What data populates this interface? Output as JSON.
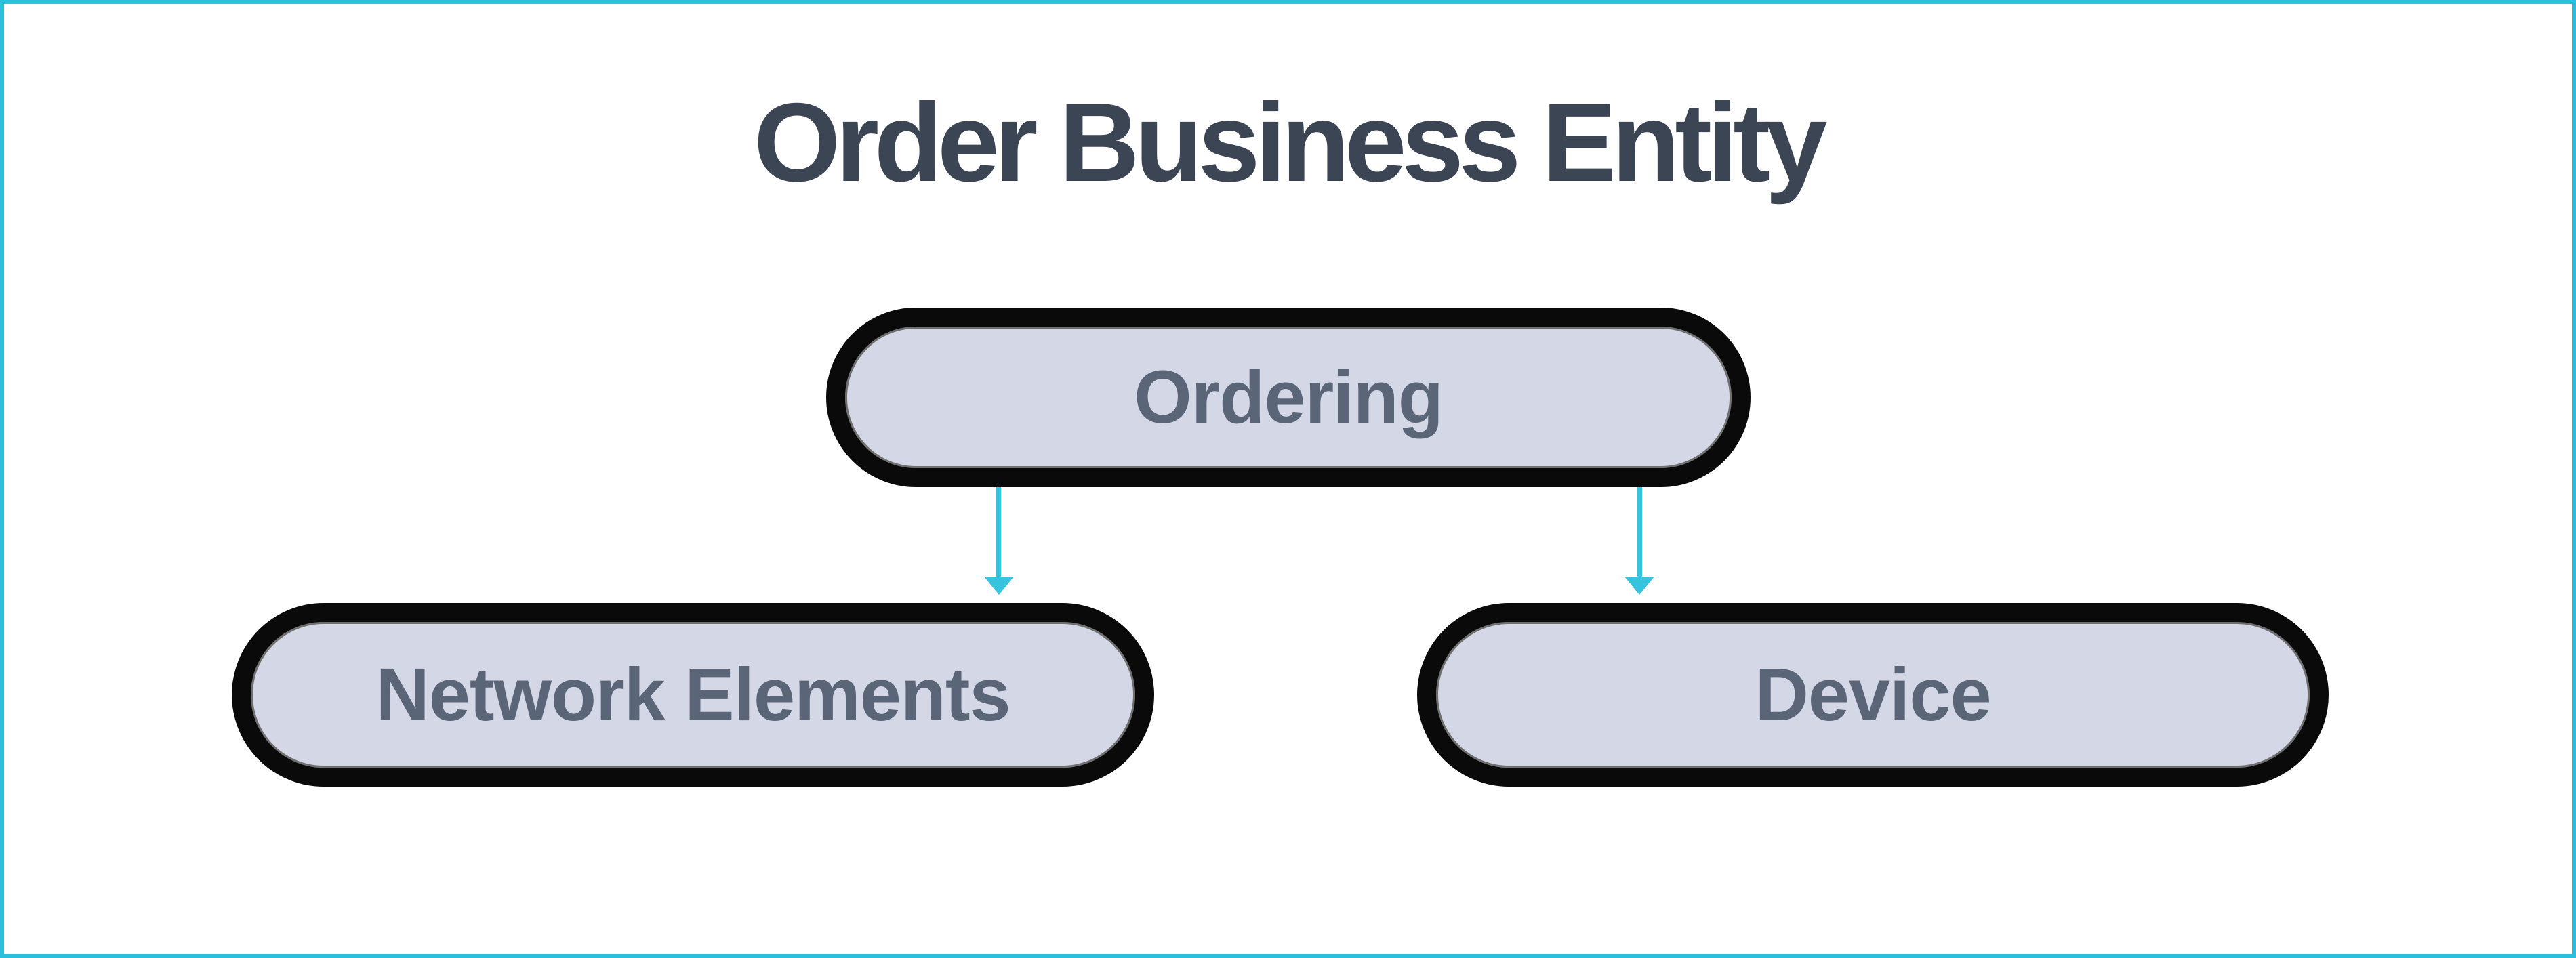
{
  "diagram": {
    "title": "Order Business Entity",
    "nodes": [
      {
        "id": "ordering",
        "label": "Ordering"
      },
      {
        "id": "network-elements",
        "label": "Network Elements"
      },
      {
        "id": "device",
        "label": "Device"
      }
    ],
    "edges": [
      {
        "from": "ordering",
        "to": "network-elements",
        "style": "arrow-down"
      },
      {
        "from": "ordering",
        "to": "device",
        "style": "arrow-down"
      }
    ],
    "colors": {
      "frame": "#29bfdd",
      "arrow": "#35c3dd",
      "node_fill": "#d4d8e6",
      "node_border": "#0a0a0a",
      "node_inner_stroke": "#6f6f6f",
      "node_text": "#5b6578",
      "title_text": "#3b4553"
    }
  }
}
